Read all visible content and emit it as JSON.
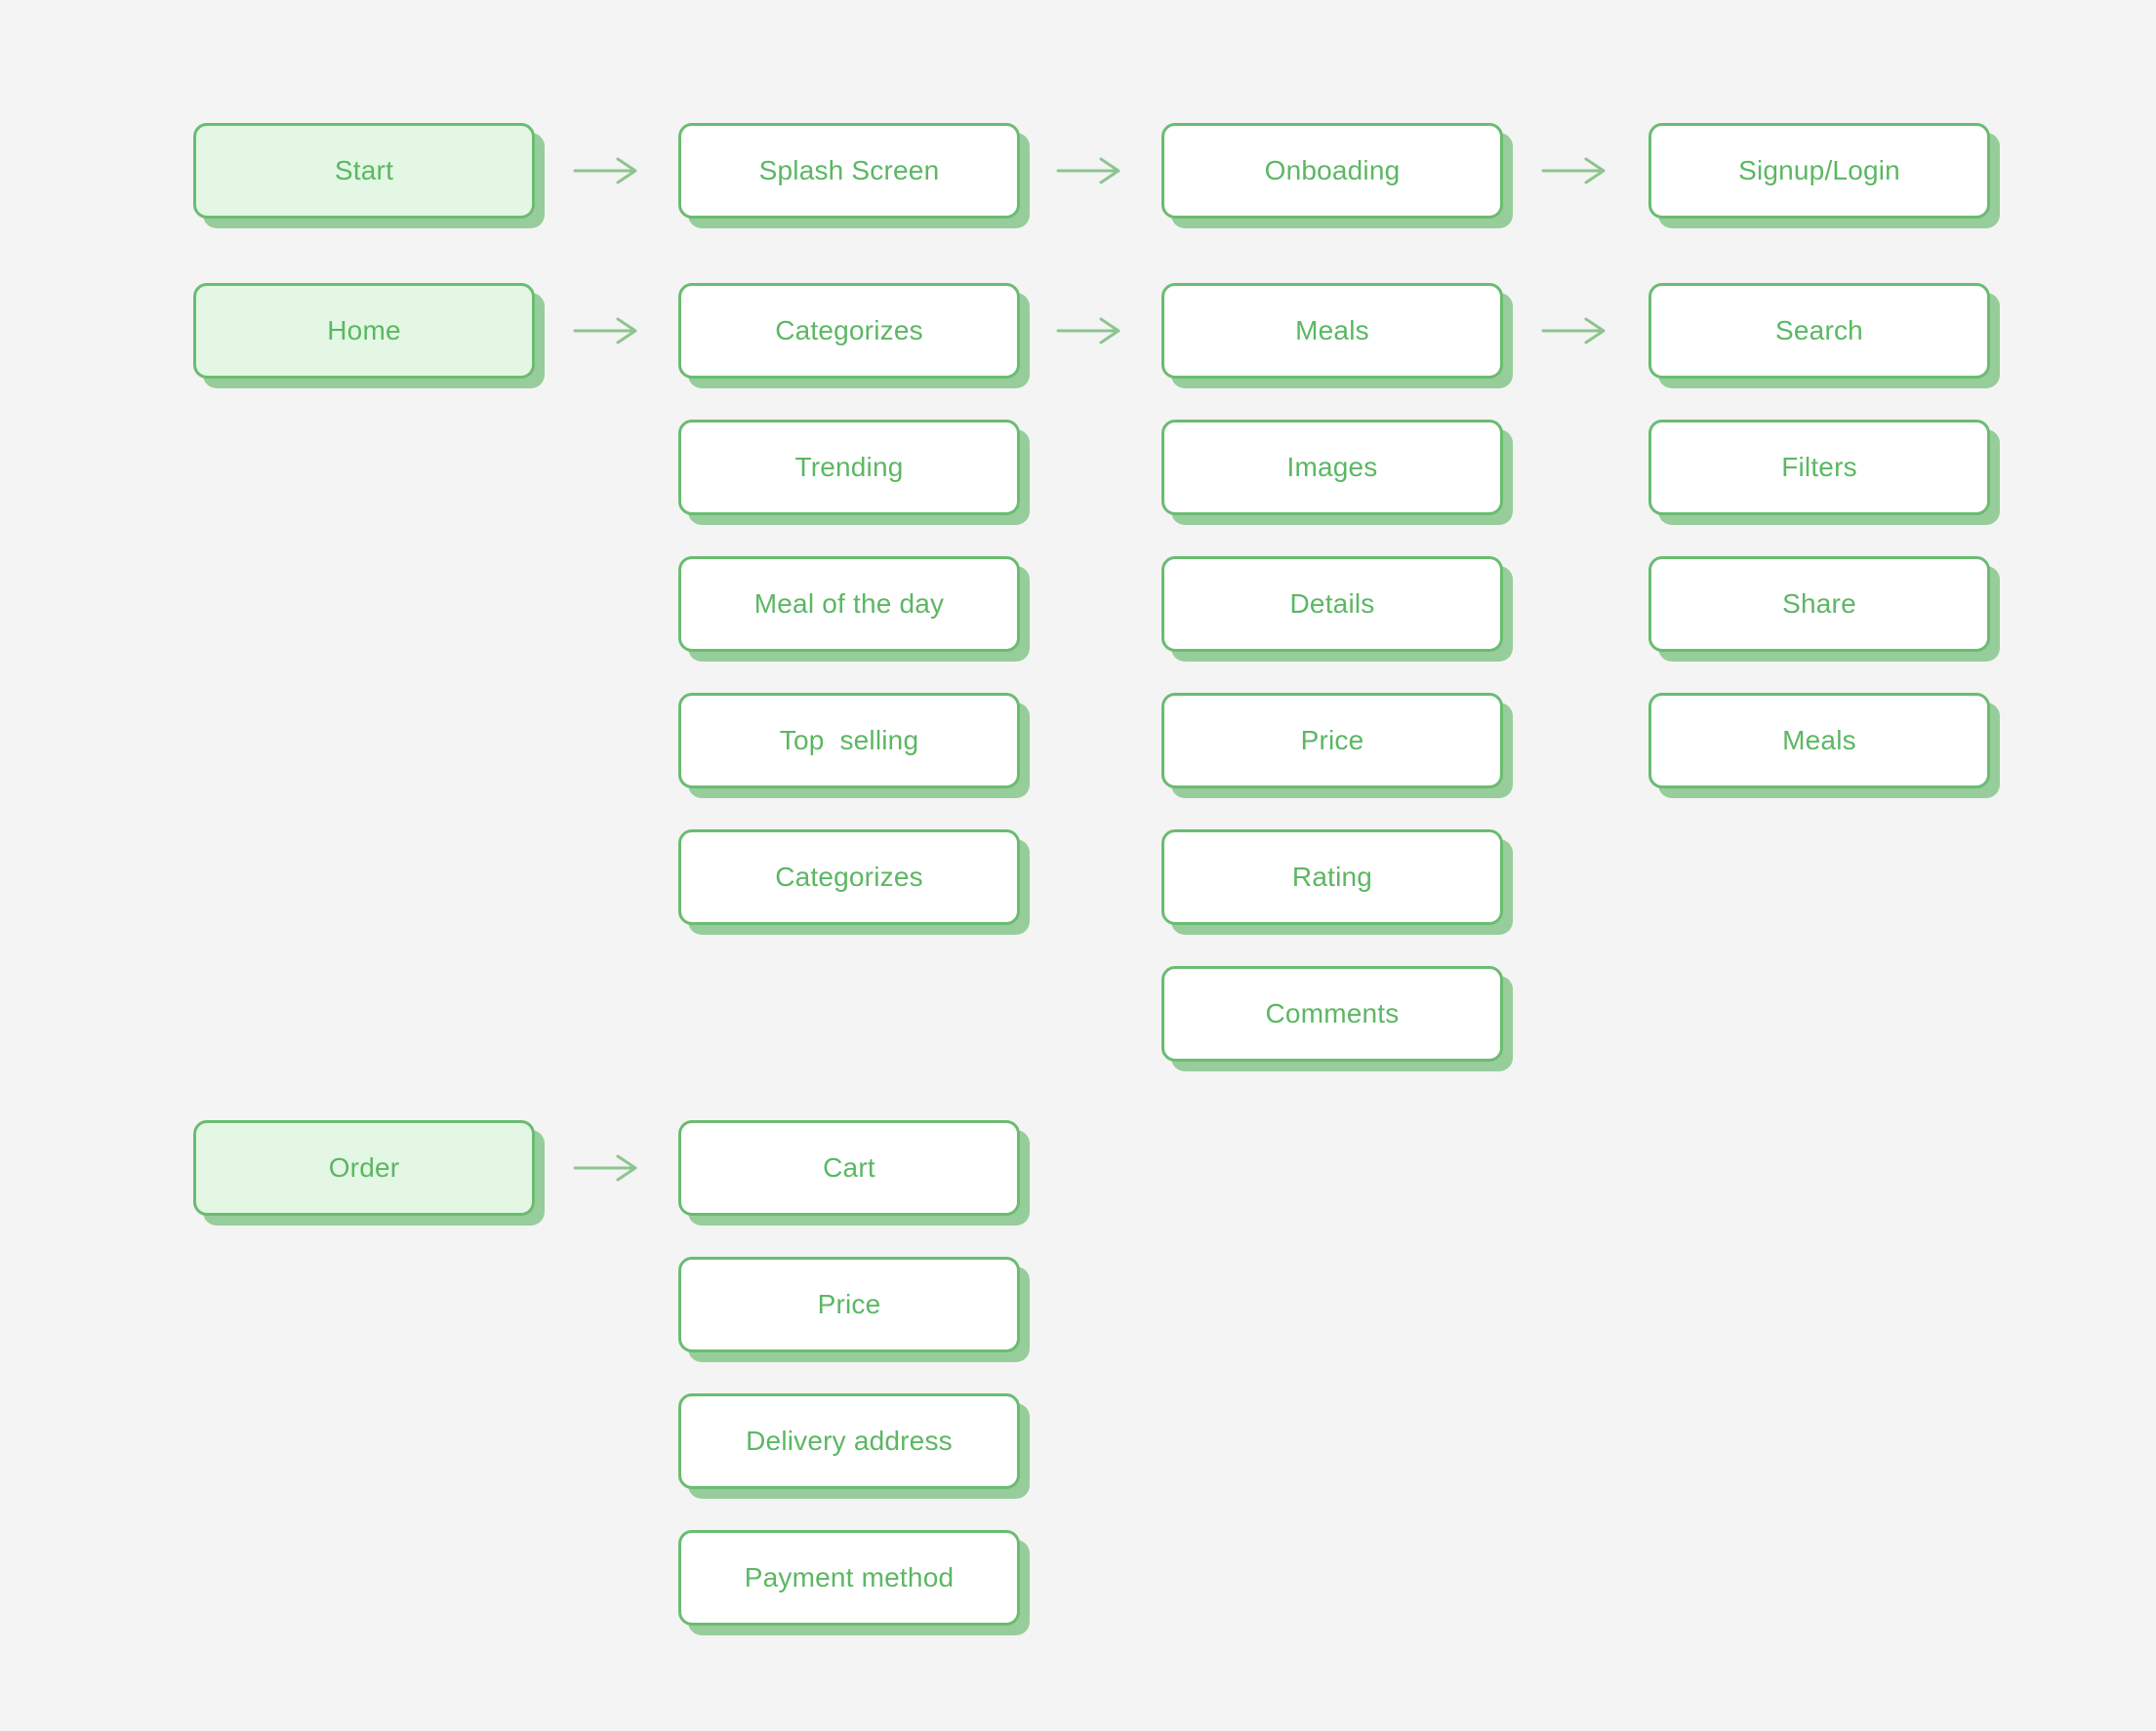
{
  "palette": {
    "bg": "#f4f4f4",
    "fill_default": "#ffffff",
    "fill_highlight": "#e3f7e4",
    "border": "#6abc71",
    "text": "#5cb763",
    "shadow": "#97cd9b",
    "arrow": "#8cc58f"
  },
  "nodes": {
    "start": {
      "label": "Start"
    },
    "splash_screen": {
      "label": "Splash Screen"
    },
    "onboading": {
      "label": "Onboading"
    },
    "signup_login": {
      "label": "Signup/Login"
    },
    "home": {
      "label": "Home"
    },
    "categorizes": {
      "label": "Categorizes"
    },
    "meals": {
      "label": "Meals"
    },
    "search": {
      "label": "Search"
    },
    "trending": {
      "label": "Trending"
    },
    "meal_of_the_day": {
      "label": "Meal of the day"
    },
    "top_selling": {
      "label": "Top  selling"
    },
    "categorizes2": {
      "label": "Categorizes"
    },
    "images": {
      "label": "Images"
    },
    "details": {
      "label": "Details"
    },
    "price_meal": {
      "label": "Price"
    },
    "rating": {
      "label": "Rating"
    },
    "comments": {
      "label": "Comments"
    },
    "filters": {
      "label": "Filters"
    },
    "share": {
      "label": "Share"
    },
    "meals_search": {
      "label": "Meals"
    },
    "order": {
      "label": "Order"
    },
    "cart": {
      "label": "Cart"
    },
    "price_order": {
      "label": "Price"
    },
    "delivery_address": {
      "label": "Delivery address"
    },
    "payment_method": {
      "label": "Payment method"
    }
  }
}
